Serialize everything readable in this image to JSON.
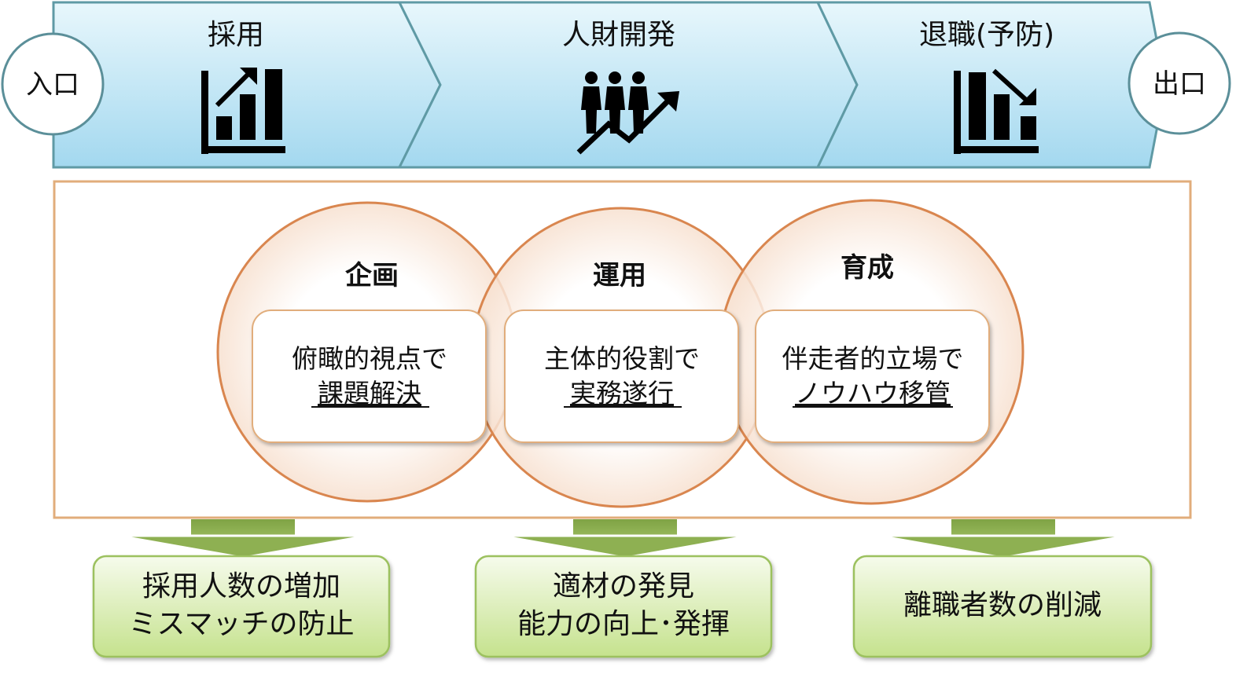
{
  "flow": {
    "entrance": "入口",
    "exit": "出口",
    "stages": [
      {
        "label": "採用",
        "icon": "bar-chart-up-icon"
      },
      {
        "label": "人財開発",
        "icon": "people-growth-icon"
      },
      {
        "label": "退職(予防)",
        "icon": "bar-chart-down-icon"
      }
    ]
  },
  "circles": [
    {
      "title": "企画",
      "line1": "俯瞰的視点で",
      "line2": "課題解決"
    },
    {
      "title": "運用",
      "line1": "主体的役割で",
      "line2": "実務遂行"
    },
    {
      "title": "育成",
      "line1": "伴走者的立場で",
      "line2": "ノウハウ移管"
    }
  ],
  "outcomes": [
    {
      "line1": "採用人数の増加",
      "line2": "ミスマッチの防止"
    },
    {
      "line1": "適材の発見",
      "line2": "能力の向上･発揮"
    },
    {
      "line1": "離職者数の削減",
      "line2": ""
    }
  ],
  "colors": {
    "band_light": "#e6f6fc",
    "band_dark": "#9fd7ef",
    "band_stroke": "#5b8f99",
    "circle_stroke": "#d9864f",
    "box_stroke": "#e1ad7b",
    "arrow_green": "#8eb052",
    "outcome_light": "#f5fbe8",
    "outcome_dark": "#c3e08a",
    "outcome_stroke": "#9cc15e"
  }
}
